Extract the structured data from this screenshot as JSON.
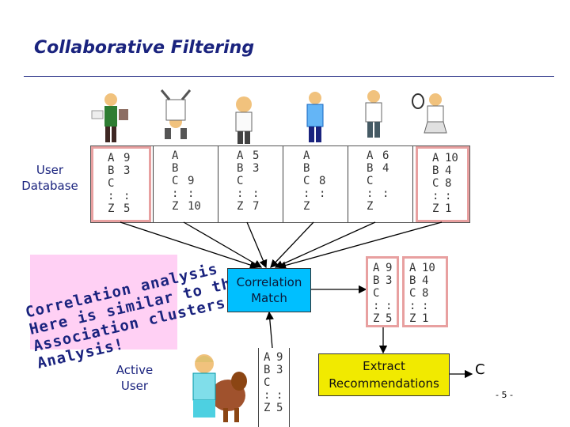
{
  "title": "Collaborative Filtering",
  "user_database_label": [
    "User",
    "Database"
  ],
  "columns": [
    {
      "letters": [
        "A",
        "B",
        "C",
        ":",
        "Z"
      ],
      "values": [
        "9",
        "3",
        "",
        ":",
        "5"
      ],
      "highlight": true
    },
    {
      "letters": [
        "A",
        "B",
        "C",
        ":",
        "Z"
      ],
      "values": [
        "",
        "",
        "9",
        ":",
        "10"
      ],
      "highlight": false
    },
    {
      "letters": [
        "A",
        "B",
        "C",
        ":",
        "Z"
      ],
      "values": [
        "5",
        "3",
        "",
        ":",
        "7"
      ],
      "highlight": false
    },
    {
      "letters": [
        "A",
        "B",
        "C",
        ":",
        "Z"
      ],
      "values": [
        "",
        "",
        "8",
        ":",
        ""
      ],
      "highlight": false
    },
    {
      "letters": [
        "A",
        "B",
        "C",
        ":",
        "Z"
      ],
      "values": [
        "6",
        "4",
        "",
        ":",
        ""
      ],
      "highlight": false
    },
    {
      "letters": [
        "A",
        "B",
        "C",
        ":",
        "Z"
      ],
      "values": [
        "10",
        "4",
        "8",
        ":",
        "1"
      ],
      "highlight": true
    }
  ],
  "analysis_text": [
    "Correlation analysis",
    "Here is similar to the",
    "Association clusters",
    "Analysis!"
  ],
  "correlation_match": [
    "Correlation",
    "Match"
  ],
  "matched_pair": [
    {
      "letters": [
        "A",
        "B",
        "C",
        ":",
        "Z"
      ],
      "values": [
        "9",
        "3",
        "",
        ":",
        "5"
      ]
    },
    {
      "letters": [
        "A",
        "B",
        "C",
        ":",
        "Z"
      ],
      "values": [
        "10",
        "4",
        "8",
        ":",
        "1"
      ]
    }
  ],
  "active_user_col": {
    "letters": [
      "A",
      "B",
      "C",
      ":",
      "Z"
    ],
    "values": [
      "9",
      "3",
      "",
      ":",
      "5"
    ]
  },
  "active_user_label": [
    "Active",
    "User"
  ],
  "extract_label": [
    "Extract",
    "Recommendations"
  ],
  "recommendation": "C",
  "page_number": "- 5 -",
  "colors": {
    "title": "#1a237e",
    "correlation_box": "#00bfff",
    "extract_box": "#f1ea00",
    "highlight": "#e8a0a0",
    "pink_band": "#ffd0f4"
  }
}
